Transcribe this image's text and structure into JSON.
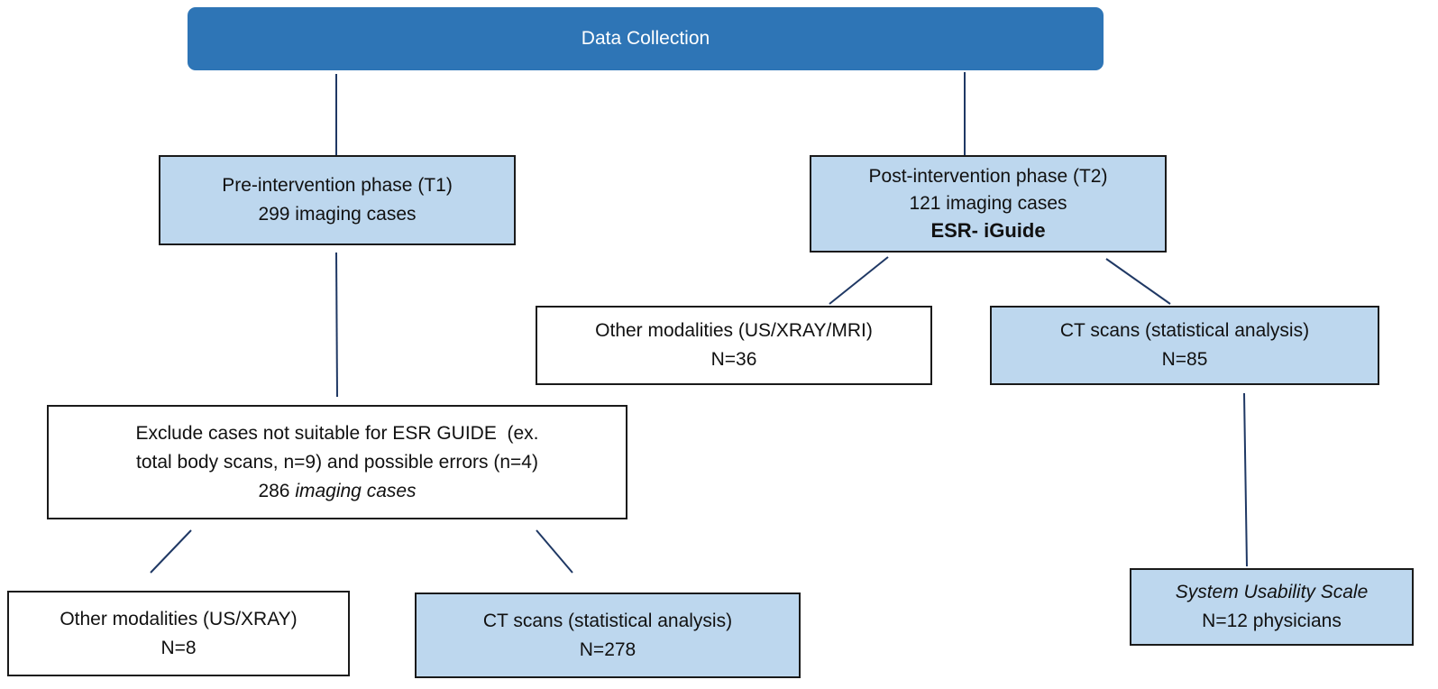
{
  "header": {
    "title": "Data Collection"
  },
  "pre_phase": {
    "title": "Pre-intervention phase (T1)",
    "cases": "299 imaging cases"
  },
  "post_phase": {
    "title": "Post-intervention phase (T2)",
    "cases": "121 imaging cases",
    "tool": "ESR- iGuide"
  },
  "exclusion": {
    "line1": "Exclude cases not suitable for ESR GUIDE  (ex.",
    "line2": "total body scans, n=9) and possible errors (n=4)",
    "cases_number": "286 ",
    "cases_label": "imaging cases"
  },
  "pre_other": {
    "label": "Other modalities (US/XRAY)",
    "count": "N=8"
  },
  "pre_ct": {
    "label": "CT scans (statistical analysis)",
    "count": "N=278"
  },
  "post_other": {
    "label": "Other modalities (US/XRAY/MRI)",
    "count": "N=36"
  },
  "post_ct": {
    "label": "CT scans (statistical analysis)",
    "count": "N=85"
  },
  "sus": {
    "label": "System Usability Scale",
    "count": "N=12 physicians"
  },
  "colors": {
    "banner": "#2e75b6",
    "highlight_box": "#bdd7ee",
    "plain_box": "#ffffff",
    "connector": "#1f3864"
  }
}
